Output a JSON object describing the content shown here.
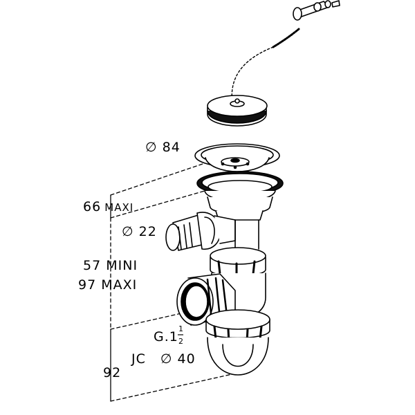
{
  "dimensions": {
    "strainer_diameter": {
      "symbol": "∅",
      "value": "84"
    },
    "max_height_top": {
      "value": "66",
      "suffix": "MAXI"
    },
    "overflow_diameter": {
      "symbol": "∅",
      "value": "22"
    },
    "min_height": {
      "value": "57",
      "suffix": "MINI"
    },
    "max_height": {
      "value": "97",
      "suffix": "MAXI"
    },
    "thread": {
      "prefix": "G.1",
      "frac_num": "1",
      "frac_den": "2"
    },
    "outlet": {
      "prefix": "JC",
      "symbol": "∅",
      "value": "40"
    },
    "lower_height": {
      "value": "92"
    }
  }
}
